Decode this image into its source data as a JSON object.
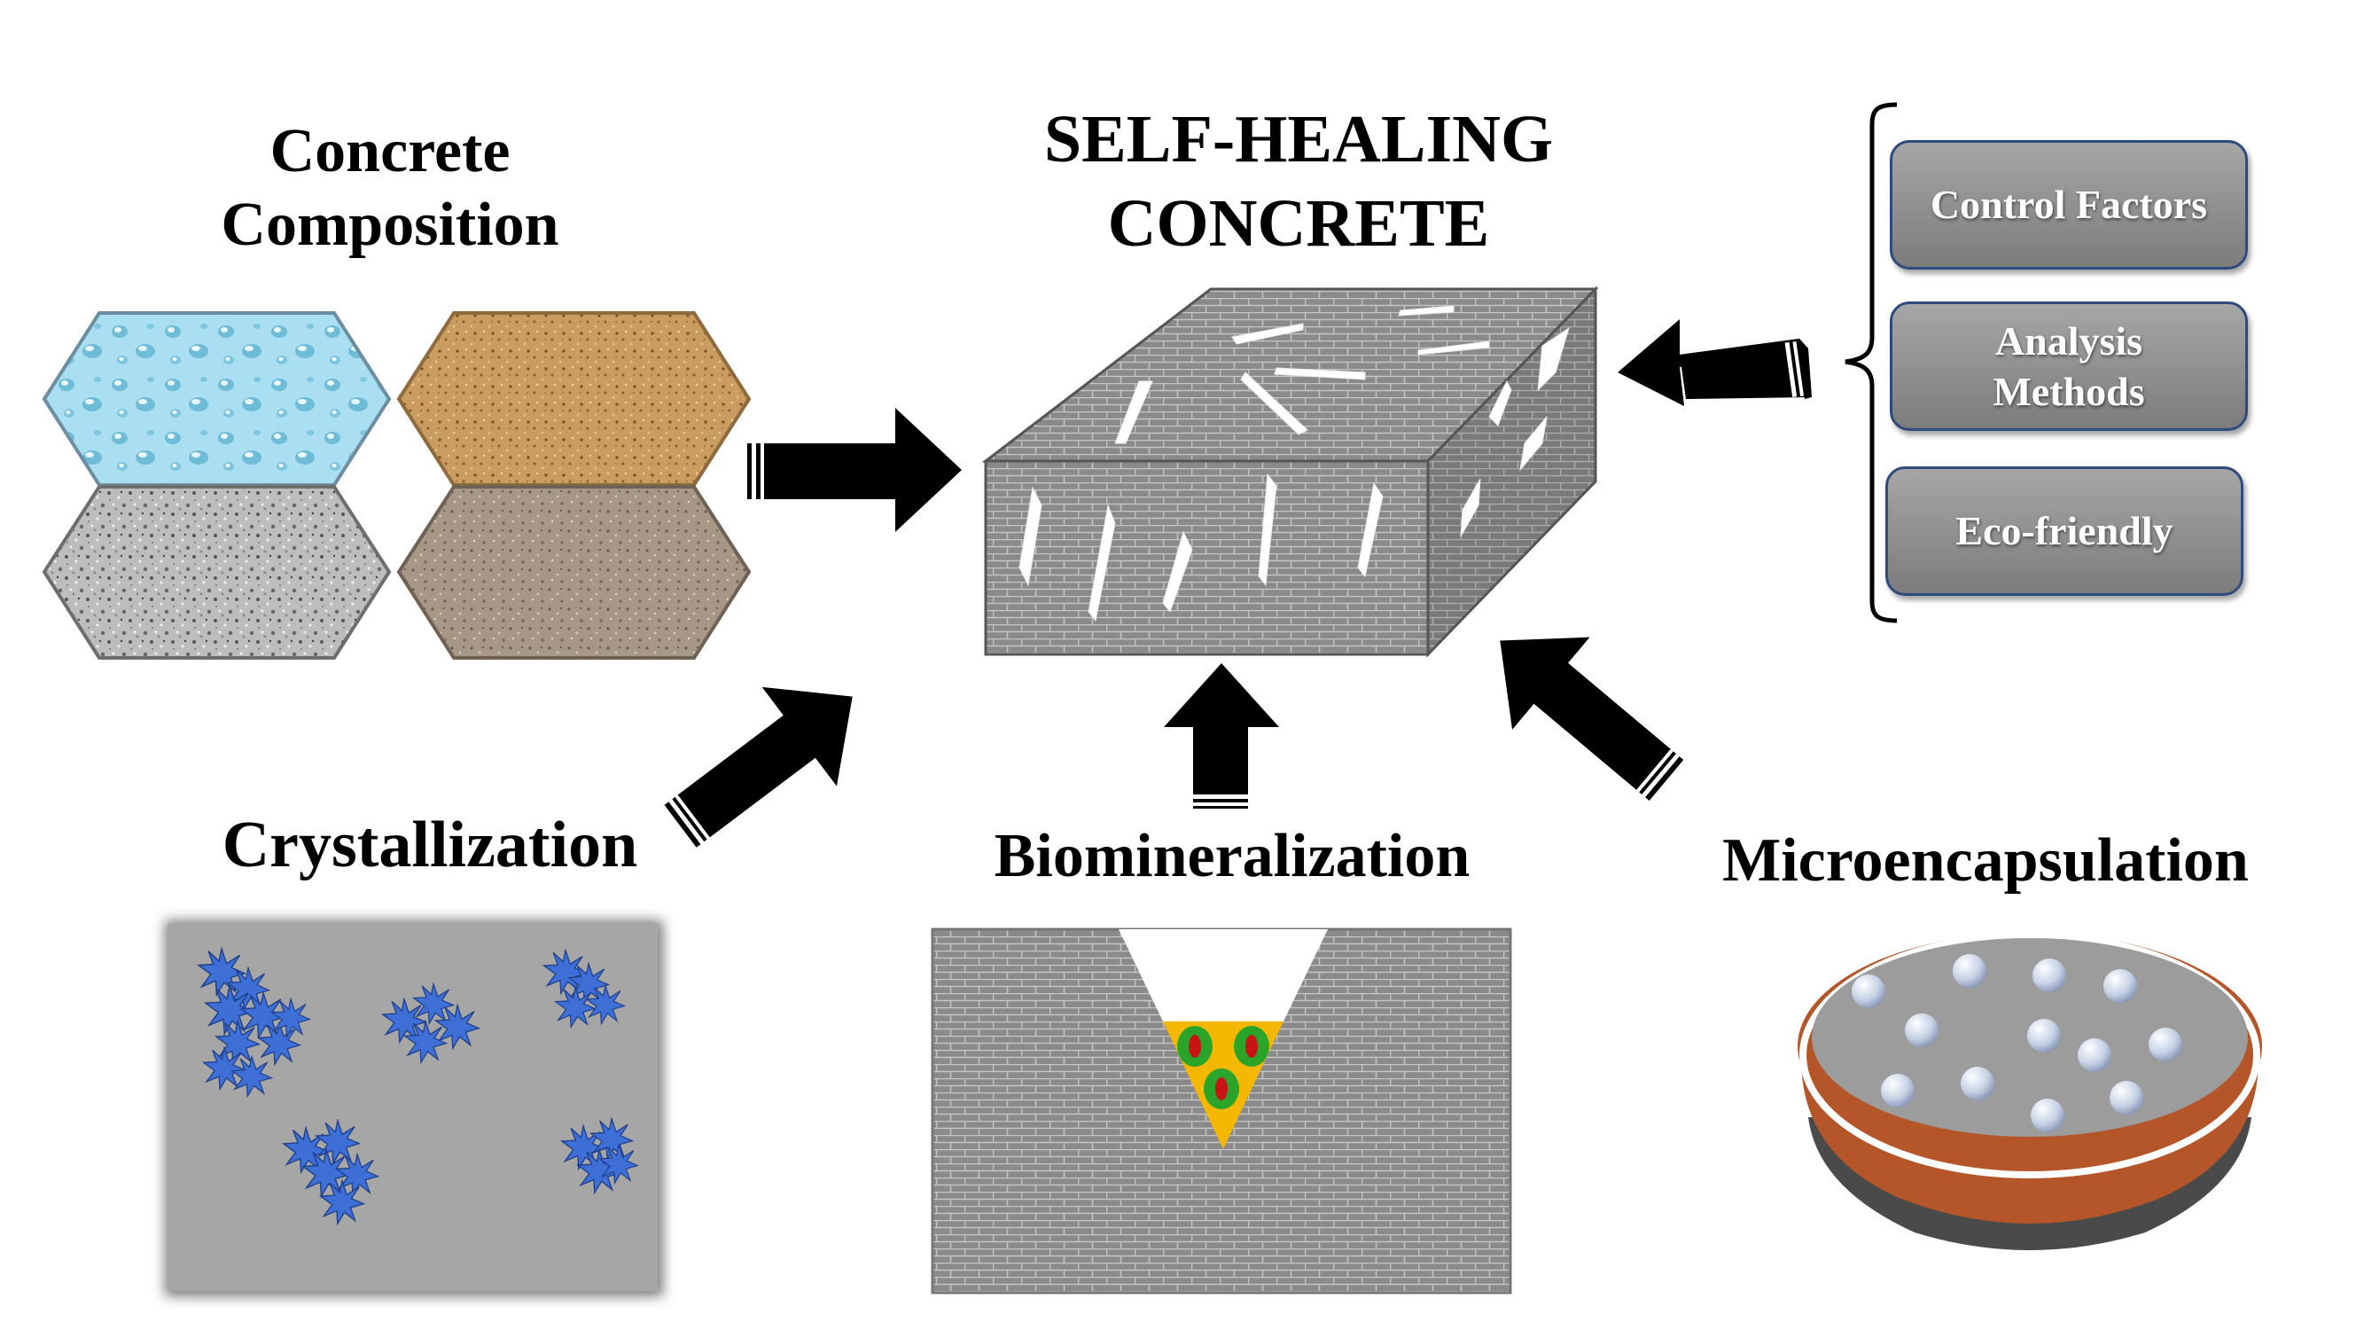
{
  "title": {
    "line1": "SELF-HEALING",
    "line2": "CONCRETE"
  },
  "composition": {
    "line1": "Concrete",
    "line2": "Composition"
  },
  "crystallization": "Crystallization",
  "biomineralization": "Biomineralization",
  "microencapsulation": "Microencapsulation",
  "factors": [
    {
      "line1": "Control Factors",
      "line2": ""
    },
    {
      "line1": "Analysis",
      "line2": "Methods"
    },
    {
      "line1": "Eco-friendly",
      "line2": ""
    }
  ],
  "colors": {
    "arrow": "#000000",
    "brick": "#8a8a8a",
    "crystal": "#3d6fd6",
    "water": "#a8dcec",
    "sand": "#c79a5e",
    "gravel": "#b8b8b8",
    "cement": "#a5978a",
    "bowl": "#b5562a",
    "box_fill": "#8f8f8f",
    "box_border": "#2f4a7c",
    "healing_fill": "#f5b800",
    "bacteria_outer": "#2aa52a",
    "bacteria_inner": "#c81414"
  }
}
